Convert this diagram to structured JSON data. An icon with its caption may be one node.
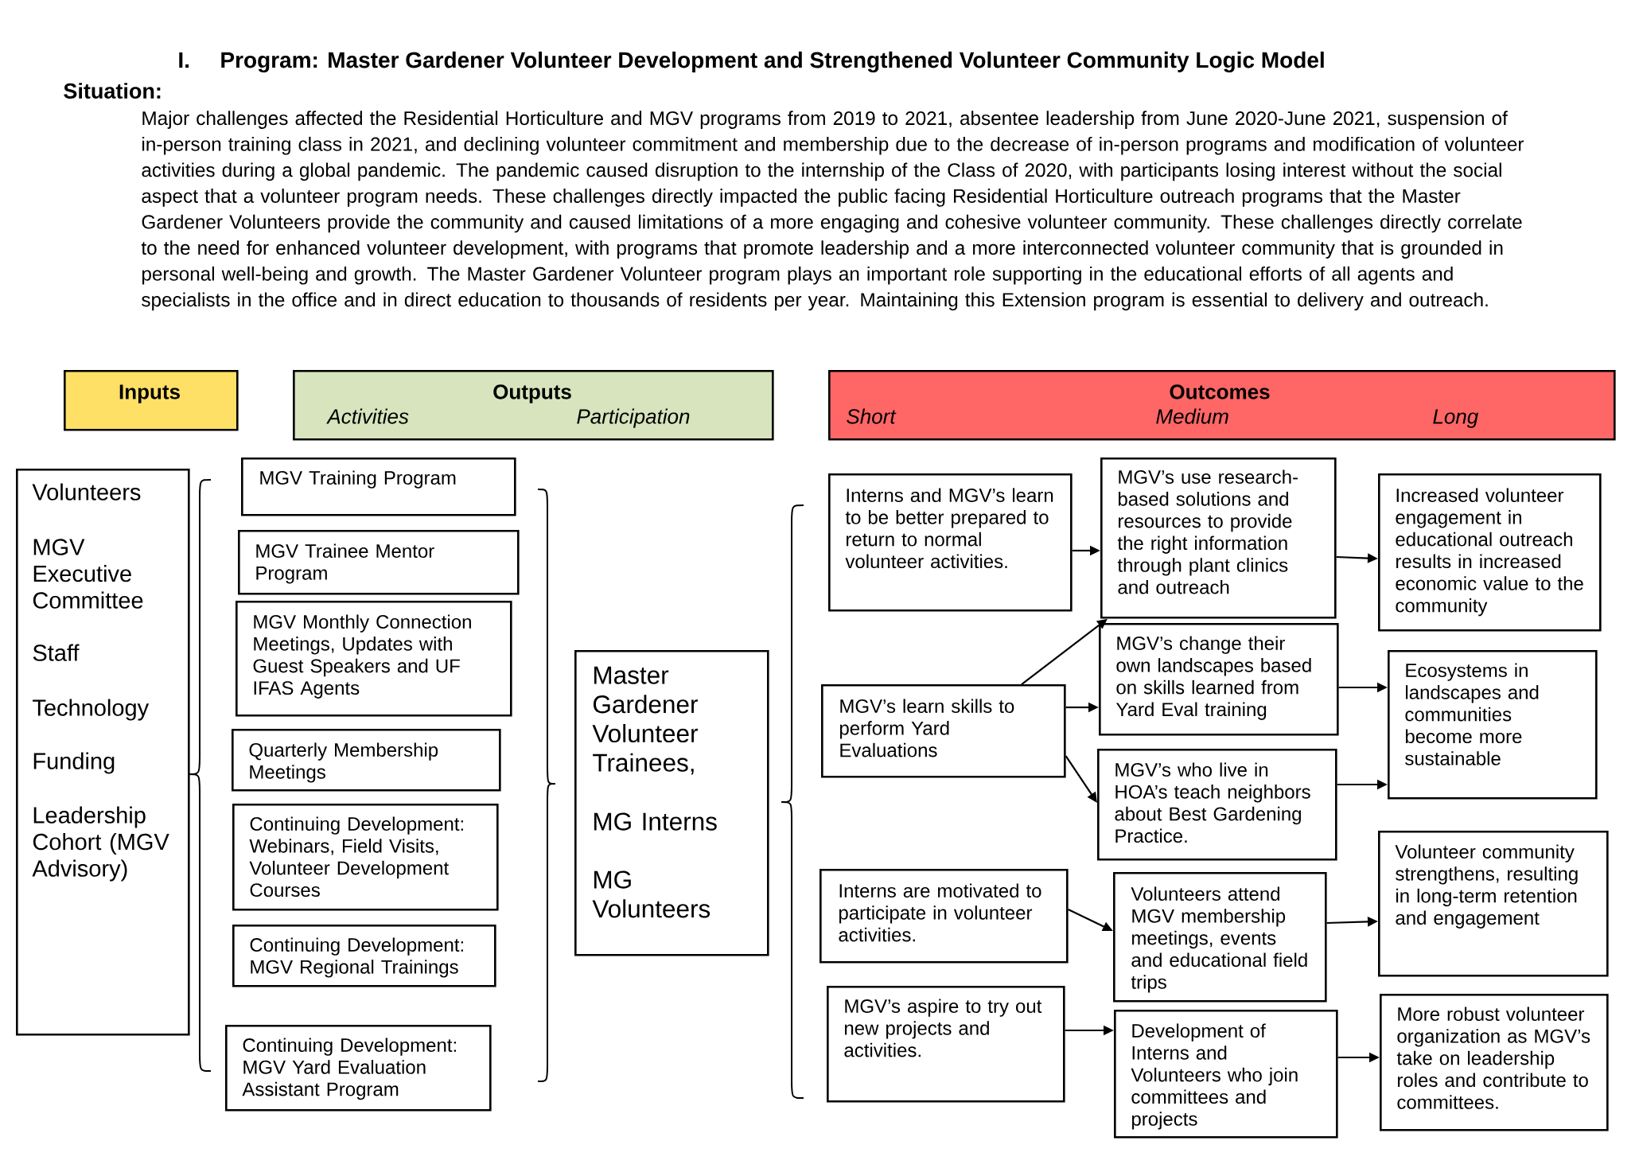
{
  "diagram": {
    "title": "Program: Master Gardener Volunteer Development and Strengthened Volunteer Community Logic Model",
    "nodes": [
      {
        "text": [
          "Inputs"
        ]
      },
      {
        "text": [
          "Outputs",
          "Activities",
          "Participation"
        ]
      },
      {
        "text": [
          "Outcomes",
          "Short",
          "Medium",
          "Long"
        ]
      },
      {
        "text": [
          "Volunteers",
          "MGV Executive Committee",
          "Staff",
          "Technology",
          "Funding",
          "Leadership Cohort (MGV Advisory)"
        ]
      },
      {
        "text": [
          "MGV Training Program"
        ]
      },
      {
        "text": [
          "MGV Trainee Mentor Program"
        ]
      },
      {
        "text": [
          "MGV Monthly Connection Meetings, Updates with Guest Speakers and UF IFAS Agents"
        ]
      },
      {
        "text": [
          "Quarterly Membership Meetings"
        ]
      },
      {
        "text": [
          "Continuing Development: Webinars, Field Visits, Volunteer Development Courses"
        ]
      },
      {
        "text": [
          "Continuing Development: MGV Regional Trainings"
        ]
      },
      {
        "text": [
          "Continuing Development: MGV Yard Evaluation Assistant Program"
        ]
      },
      {
        "text": [
          "Master Gardener Volunteer Trainees,",
          "MG Interns",
          "MG Volunteers"
        ]
      },
      {
        "text": [
          "Interns and MGV’s learn to be better prepared to return to normal volunteer activities."
        ]
      },
      {
        "text": [
          "MGV’s learn skills to perform Yard Evaluations"
        ]
      },
      {
        "text": [
          "Interns are motivated to participate in volunteer activities."
        ]
      },
      {
        "text": [
          "MGV’s aspire to try out new projects and activities."
        ]
      },
      {
        "text": [
          "MGV’s use research-based solutions and resources to provide the right information through plant clinics and outreach"
        ]
      },
      {
        "text": [
          "MGV’s change their own landscapes based on skills learned from Yard Eval training"
        ]
      },
      {
        "text": [
          "MGV’s who live in HOA’s teach neighbors about Best Gardening Practice."
        ]
      },
      {
        "text": [
          "Volunteers attend MGV membership meetings, events and educational field trips"
        ]
      },
      {
        "text": [
          "Development of Interns and Volunteers who join committees and projects"
        ]
      },
      {
        "text": [
          "Increased volunteer engagement in educational outreach results in increased economic value to the community"
        ]
      },
      {
        "text": [
          "Ecosystems in landscapes and communities become more sustainable"
        ]
      },
      {
        "text": [
          "Volunteer community strengthens, resulting in long-term retention and engagement"
        ]
      },
      {
        "text": [
          "More robust volunteer organization as MGV’s take on leadership roles and contribute to committees."
        ]
      }
    ],
    "edges": [
      {
        "from": 12,
        "to": 16,
        "arrow": "to"
      },
      {
        "from": 16,
        "to": 21,
        "arrow": "to"
      },
      {
        "from": 13,
        "to": 16,
        "arrow": "to"
      },
      {
        "from": 13,
        "to": 17,
        "arrow": "to"
      },
      {
        "from": 13,
        "to": 18,
        "arrow": "to"
      },
      {
        "from": 17,
        "to": 22,
        "arrow": "to"
      },
      {
        "from": 18,
        "to": 22,
        "arrow": "to"
      },
      {
        "from": 14,
        "to": 19,
        "arrow": "to"
      },
      {
        "from": 19,
        "to": 23,
        "arrow": "to"
      },
      {
        "from": 15,
        "to": 20,
        "arrow": "to"
      },
      {
        "from": 20,
        "to": 24,
        "arrow": "to"
      }
    ],
    "labels": [
      "I.",
      "Situation:",
      "Major challenges affected the Residential Horticulture and MGV programs from 2019 to 2021, absentee leadership from June 2020-June 2021, suspension of in-person training class in 2021, and declining volunteer commitment and membership due to the decrease of in-person programs and modification of volunteer activities during a global pandemic. The pandemic caused disruption to the internship of the Class of 2020, with participants losing interest without the social aspect that a volunteer program needs. These challenges directly impacted the public facing Residential Horticulture outreach programs that the Master Gardener Volunteers provide the community and caused limitations of a more engaging and cohesive volunteer community. These challenges directly correlate to the need for enhanced volunteer development, with programs that promote leadership and a more interconnected volunteer community that is grounded in personal well-being and growth. The Master Gardener Volunteer program plays an important role supporting in the educational efforts of all agents and specialists in the office and in direct education to thousands of residents per year. Maintaining this Extension program is essential to delivery and outreach."
    ]
  }
}
